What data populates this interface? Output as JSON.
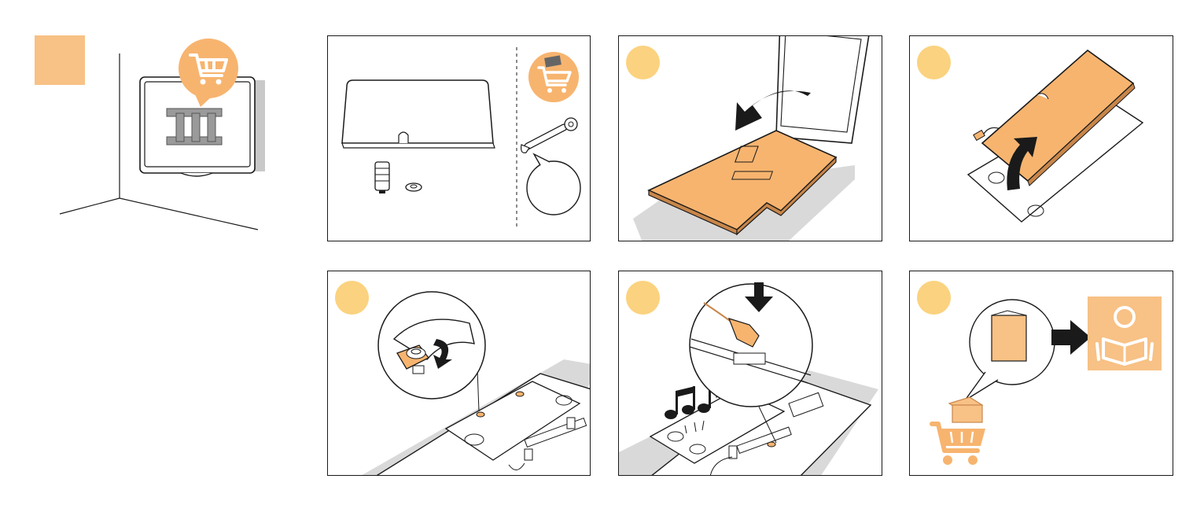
{
  "colors": {
    "accent_orange": "#f7b46f",
    "step_badge": "#fbd27f",
    "light_orange": "#f8c185",
    "outline": "#1a1a1a",
    "floor_gray": "#d9d9d9",
    "bracket_gray": "#9a9a9a"
  },
  "icons": {
    "cart": "shopping-cart-icon",
    "wrench": "wrench-icon",
    "arrow": "arrow-icon",
    "music": "music-note-icon",
    "book": "manual-book-icon",
    "reader": "person-reading-icon"
  },
  "panels": [
    {
      "id": "parts"
    },
    {
      "id": "lay-flat"
    },
    {
      "id": "lift-cover"
    },
    {
      "id": "tighten-nut"
    },
    {
      "id": "connect-cable"
    },
    {
      "id": "read-manual"
    }
  ]
}
